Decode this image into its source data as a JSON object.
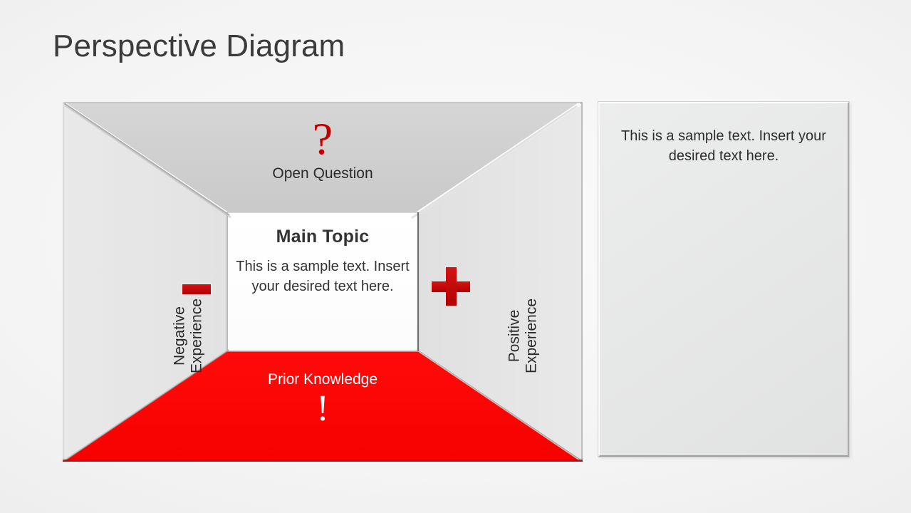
{
  "slide": {
    "title": "Perspective Diagram",
    "background_color": "#f0f0f1"
  },
  "colors": {
    "accent_red_bright": "#FF0000",
    "accent_red_dark": "#C00000",
    "wall_gray": "#E6E6E6",
    "ceiling_gray": "#CFCFCF",
    "center_white": "#FFFFFF",
    "title_text": "#3B3B3B",
    "body_text": "#2F2F2F"
  },
  "diagram": {
    "name": "one-point-perspective-box",
    "top_face": {
      "label": "Open Question",
      "icon": "question-mark-icon",
      "icon_glyph": "?",
      "icon_color": "#C00000",
      "fill": "#CFCFCF"
    },
    "bottom_face": {
      "label": "Prior Knowledge",
      "icon": "exclamation-mark-icon",
      "icon_glyph": "!",
      "icon_color": "#FFFFFF",
      "fill": "#FF0000",
      "text_color": "#FFFFFF"
    },
    "left_face": {
      "label_line1": "Negative",
      "label_line2": "Experience",
      "icon": "minus-sign-icon",
      "icon_color": "#C00000",
      "fill": "#E6E6E6"
    },
    "right_face": {
      "label_line1": "Positive",
      "label_line2": "Experience",
      "icon": "plus-sign-icon",
      "icon_color": "#C00000",
      "fill": "#E6E6E6"
    },
    "center_face": {
      "heading": "Main Topic",
      "body": "This is a sample text. Insert your desired text here.",
      "fill": "#FFFFFF"
    }
  },
  "side_panel": {
    "text": "This is a sample text. Insert your desired text here.",
    "fill": "#E8E9E9"
  }
}
